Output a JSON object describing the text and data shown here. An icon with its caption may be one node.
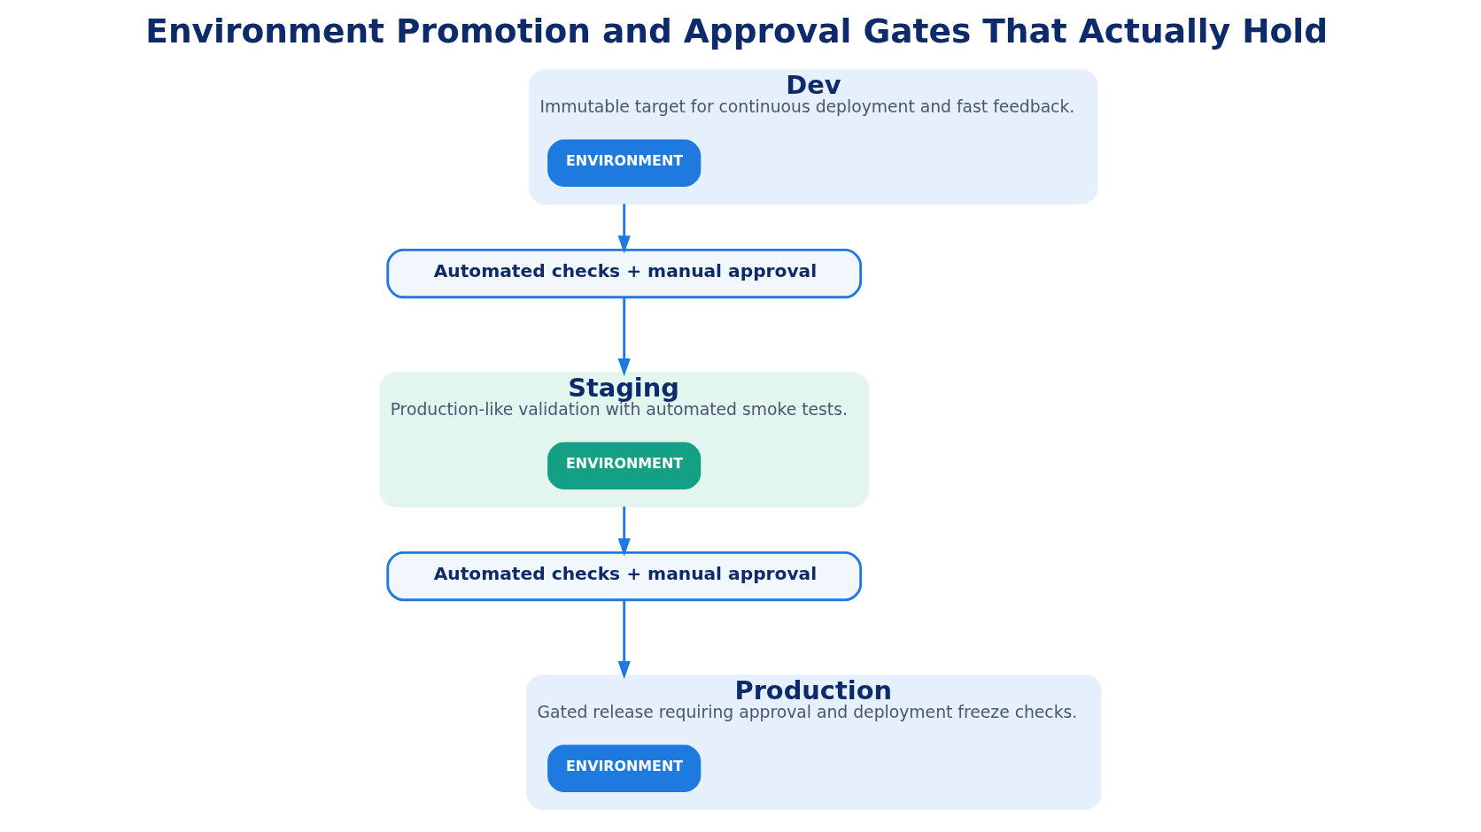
{
  "diagram": {
    "title": "Environment Promotion and Approval Gates That Actually Hold",
    "nodes": [
      {
        "text": [
          "Dev",
          "Immutable target for continuous deployment and fast feedback."
        ]
      },
      {
        "text": [
          "ENVIRONMENT"
        ],
        "in": 0
      },
      {
        "text": [
          "Automated checks + manual approval"
        ]
      },
      {
        "text": [
          "Staging",
          "Production-like validation with automated smoke tests."
        ]
      },
      {
        "text": [
          "ENVIRONMENT"
        ],
        "in": 3
      },
      {
        "text": [
          "Automated checks + manual approval"
        ]
      },
      {
        "text": [
          "Production",
          "Gated release requiring approval and deployment freeze checks."
        ]
      },
      {
        "text": [
          "ENVIRONMENT"
        ],
        "in": 6
      }
    ],
    "edges": [
      {
        "from": 0,
        "to": 2,
        "arrow": "to"
      },
      {
        "from": 2,
        "to": 3,
        "arrow": "to"
      },
      {
        "from": 3,
        "to": 5,
        "arrow": "to"
      },
      {
        "from": 5,
        "to": 6,
        "arrow": "to"
      }
    ]
  }
}
